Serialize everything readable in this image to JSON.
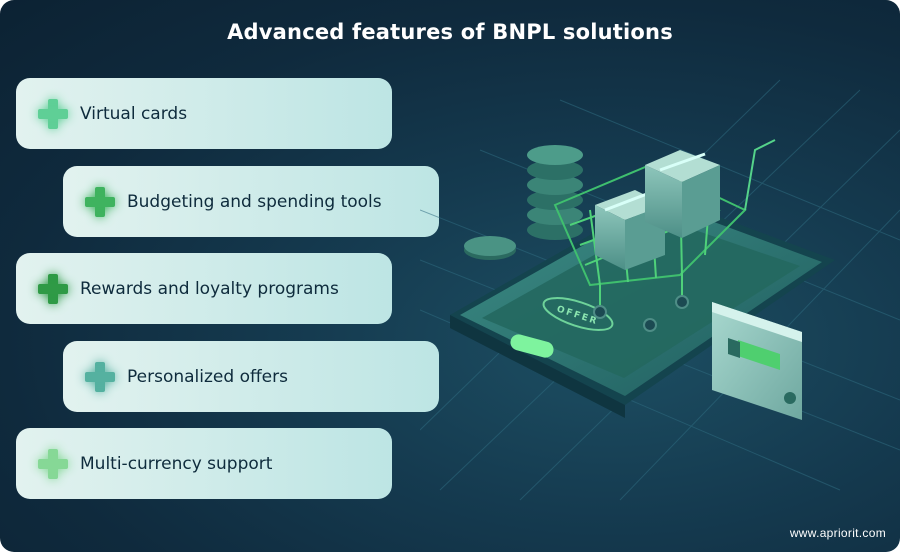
{
  "title": "Advanced features of BNPL solutions",
  "features": [
    {
      "label": "Virtual cards",
      "icon": "plus-icon",
      "color": "#5fcf96"
    },
    {
      "label": "Budgeting and spending tools",
      "icon": "plus-icon",
      "color": "#3fb35f"
    },
    {
      "label": "Rewards and loyalty programs",
      "icon": "plus-icon",
      "color": "#2f9a46"
    },
    {
      "label": "Personalized offers",
      "icon": "plus-icon",
      "color": "#55b1a0"
    },
    {
      "label": "Multi-currency support",
      "icon": "plus-icon",
      "color": "#86d896"
    }
  ],
  "illustration": {
    "badge_text": "OFFER"
  },
  "footer": "www.apriorit.com"
}
